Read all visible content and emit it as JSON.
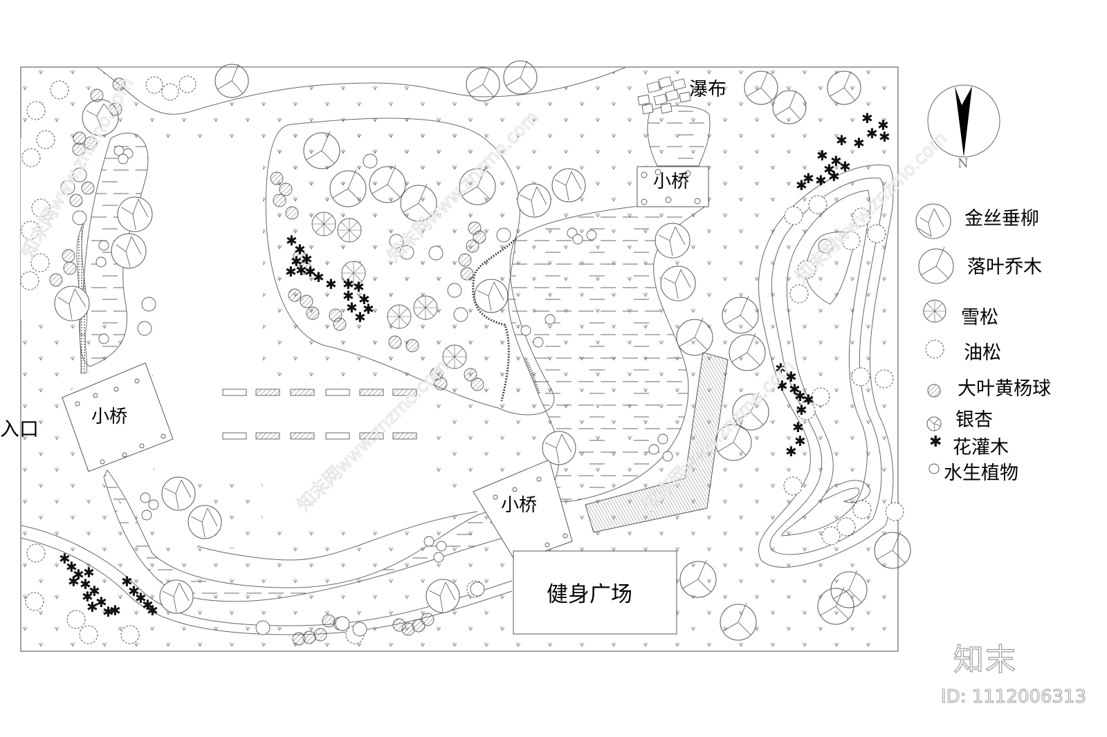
{
  "plan": {
    "labels": {
      "entrance": "入口",
      "waterfall": "瀑布",
      "bridge_west": "小桥",
      "bridge_north": "小桥",
      "bridge_south": "小桥",
      "fitness_plaza": "健身广场"
    },
    "north_arrow": {
      "letter": "N",
      "icon": "north-arrow-icon"
    }
  },
  "legend": {
    "items": [
      {
        "icon": "weeping-willow-icon",
        "label": "金丝垂柳"
      },
      {
        "icon": "deciduous-tree-icon",
        "label": "落叶乔木"
      },
      {
        "icon": "cedar-icon",
        "label": "雪松"
      },
      {
        "icon": "chinese-pine-icon",
        "label": "油松"
      },
      {
        "icon": "boxwood-ball-icon",
        "label": "大叶黄杨球"
      },
      {
        "icon": "ginkgo-icon",
        "label": "银杏"
      },
      {
        "icon": "flowering-shrub-icon",
        "label": "花灌木"
      },
      {
        "icon": "aquatic-plant-icon",
        "label": "水生植物"
      }
    ]
  },
  "watermark": {
    "brand": "知末",
    "id": "ID: 1112006313",
    "diagonal": "知末网www.znzmo.com"
  },
  "colors": {
    "line": "#555555",
    "ink": "#000000",
    "background": "#ffffff",
    "watermark": "#9a9a9a"
  }
}
